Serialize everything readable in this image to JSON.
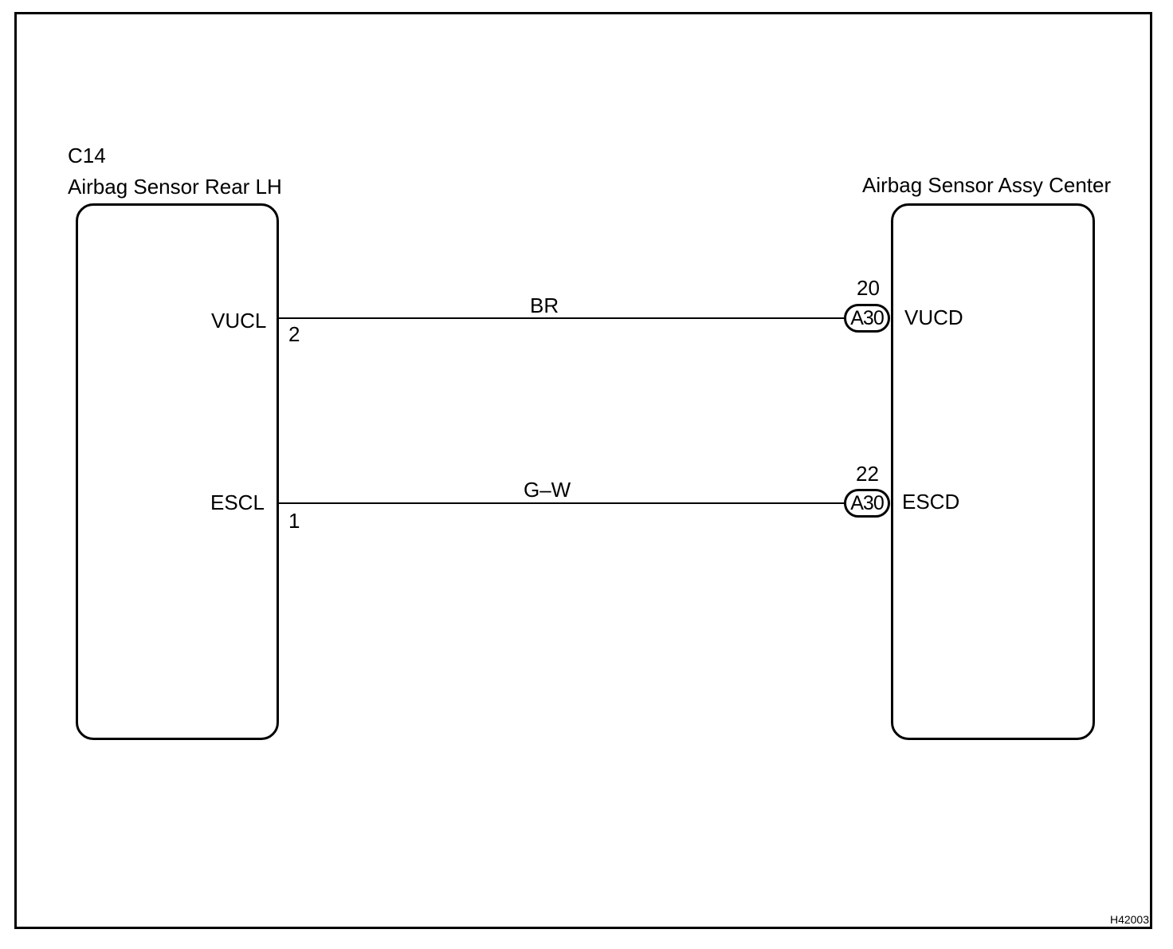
{
  "left_component": {
    "code": "C14",
    "name": "Airbag Sensor Rear LH"
  },
  "right_component": {
    "name": "Airbag Sensor Assy Center"
  },
  "wires": [
    {
      "color_code": "BR",
      "left_terminal_name": "VUCL",
      "left_pin": "2",
      "right_connector": "A30",
      "right_pin": "20",
      "right_terminal_name": "VUCD"
    },
    {
      "color_code": "G–W",
      "left_terminal_name": "ESCL",
      "left_pin": "1",
      "right_connector": "A30",
      "right_pin": "22",
      "right_terminal_name": "ESCD"
    }
  ],
  "figure_id": "H42003",
  "colors": {
    "line": "#000000",
    "background": "#ffffff"
  }
}
